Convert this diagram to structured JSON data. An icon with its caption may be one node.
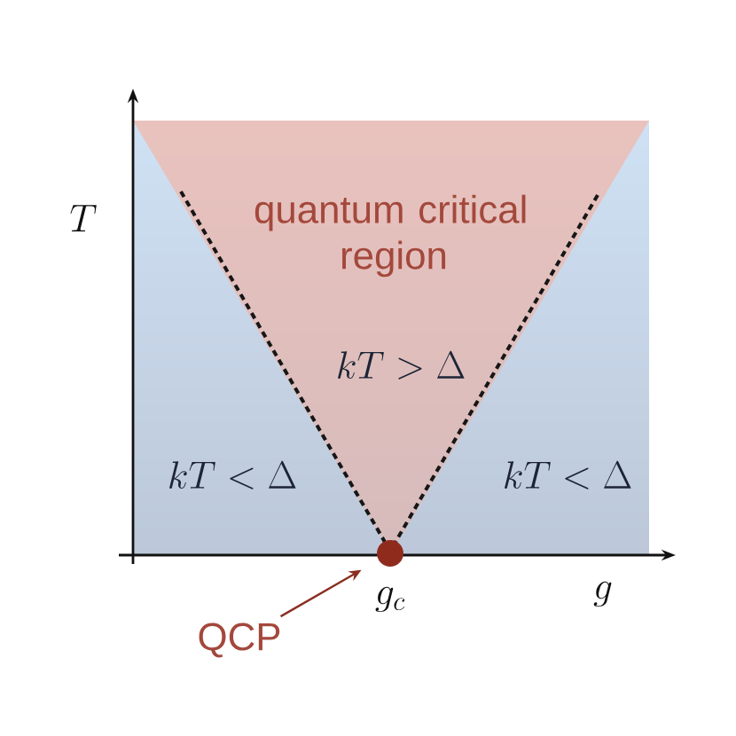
{
  "diagram": {
    "nodes": [
      {
        "text": [],
        "shape": "circle"
      },
      {
        "text": [
          "QCP"
        ]
      }
    ],
    "edges": [
      {
        "from": 1,
        "to": 0,
        "arrow": "to",
        "color": "#8b2e22"
      }
    ],
    "labels": [
      "T",
      "quantum critical region",
      "kT > \\Delta",
      "kT < \\Delta",
      "kT < \\Delta",
      "g_c",
      "g"
    ]
  }
}
